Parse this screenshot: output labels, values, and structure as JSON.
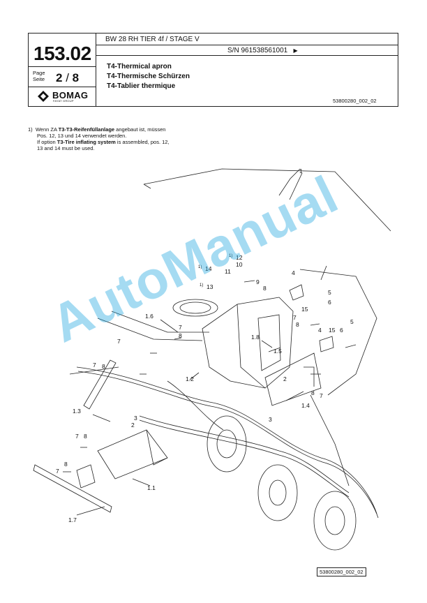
{
  "header": {
    "page_code": "153.02",
    "page_label_en": "Page",
    "page_label_de": "Seite",
    "page_number": "2",
    "page_sep": "/",
    "page_total": "8",
    "model": "BW 28 RH TIER 4f / STAGE V",
    "serial": "S/N 961538561001",
    "serial_arrow": "▶",
    "titles": [
      "T4-Thermical apron",
      "T4-Thermische Schürzen",
      "T4-Tablier thermique"
    ],
    "doc_ref": "53800280_002_02",
    "logo_text": "BOMAG",
    "logo_sub": "FAYAT GROUP"
  },
  "note": {
    "marker": "1)",
    "de_1a": "Wenn ZA ",
    "de_1b": "T3-T3-Reifenfüllanlage",
    "de_1c": " angebaut ist, müssen",
    "de_2": "Pos. 12, 13 und 14 verwendet werden.",
    "en_1a": "If option ",
    "en_1b": "T3-Tire inflating system",
    "en_1c": " is assembled, pos. 12,",
    "en_2": "13 and 14 must be used."
  },
  "callouts": [
    "1",
    "1.1",
    "1.2",
    "1.3",
    "1.4",
    "1.5",
    "1.6",
    "1.7",
    "1.8",
    "2",
    "3",
    "4",
    "5",
    "6",
    "7",
    "8",
    "9",
    "10",
    "11",
    "12",
    "13",
    "14",
    "15",
    "1)"
  ],
  "footer_ref": "53800280_002_02",
  "watermark": "AutoManual",
  "colors": {
    "watermark": "#28aae1",
    "lines": "#222222"
  }
}
